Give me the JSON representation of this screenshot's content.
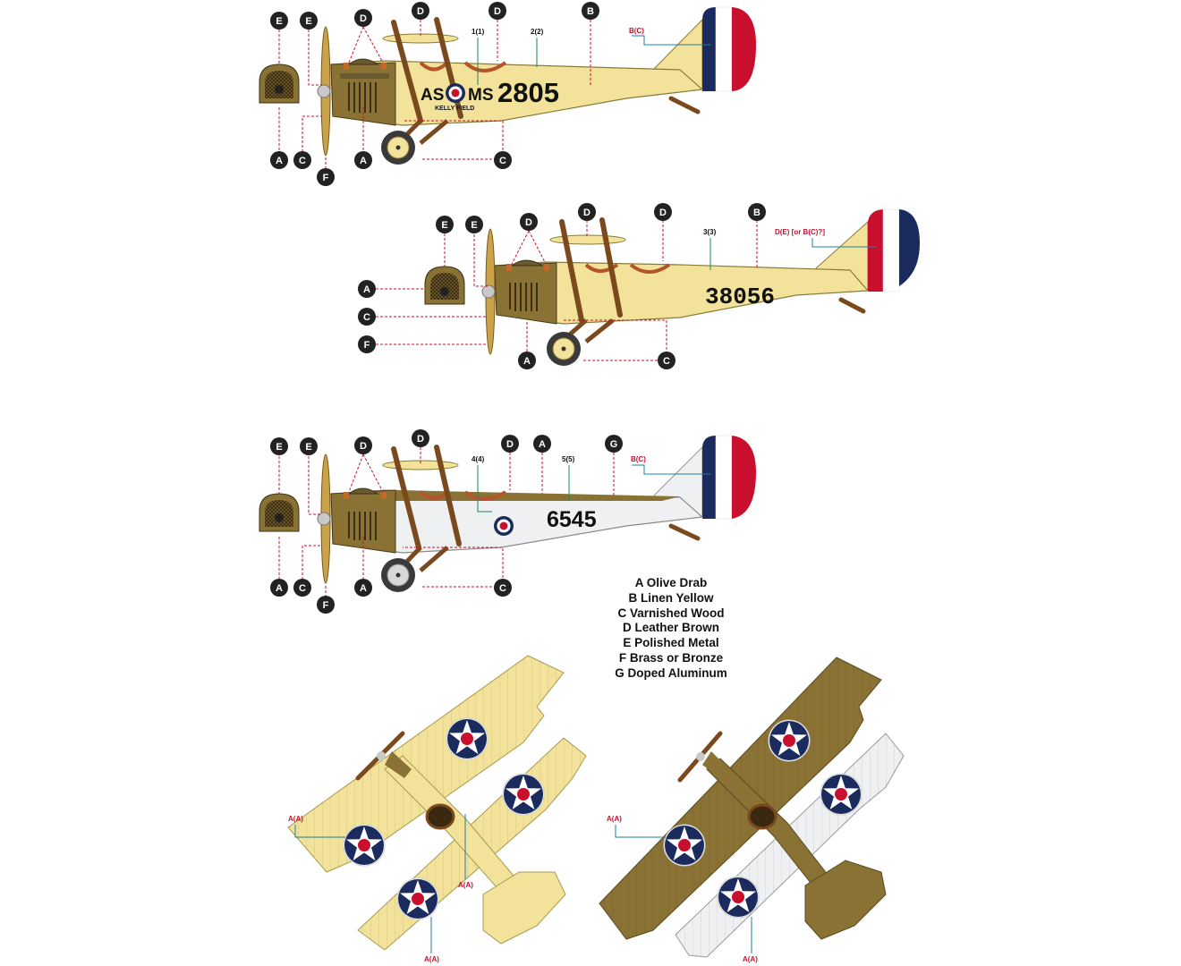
{
  "plane1": {
    "code_left": "AS",
    "code_right": "MS",
    "field": "KELLY FIELD",
    "serial": "2805",
    "callouts": {
      "c1": "1(1)",
      "c2": "2(2)",
      "tail": "B(C)"
    }
  },
  "plane2": {
    "serial": "38056",
    "callouts": {
      "c3": "3(3)",
      "tail": "D(E) [or B(C)?]"
    }
  },
  "plane3": {
    "serial": "6545",
    "callouts": {
      "c4": "4(4)",
      "c5": "5(5)",
      "tail": "B(C)"
    }
  },
  "topviews": {
    "left": {
      "c_upper": "A(A)",
      "c_mid": "A(A)",
      "c_lower": "A(A)"
    },
    "right": {
      "c_upper": "A(A)",
      "c_lower": "A(A)"
    }
  },
  "badges": {
    "A": "A",
    "B": "B",
    "C": "C",
    "D": "D",
    "E": "E",
    "F": "F",
    "G": "G"
  },
  "legend": [
    "A Olive Drab",
    "B Linen Yellow",
    "C Varnished Wood",
    "D Leather Brown",
    "E Polished Metal",
    "F Brass or Bronze",
    "G Doped Aluminum"
  ],
  "colors": {
    "olive_drab": "#8a7234",
    "linen_yellow": "#f3e39a",
    "varnished_wood": "#7a4a1e",
    "leather_brown": "#b5542a",
    "polished_metal": "#c9c9c9",
    "doped_aluminum": "#eef0f2",
    "roundel_blue": "#1b2b5e",
    "roundel_red": "#c8102e",
    "callout_red": "#c8102e",
    "callout_green": "#1a8a5a"
  }
}
